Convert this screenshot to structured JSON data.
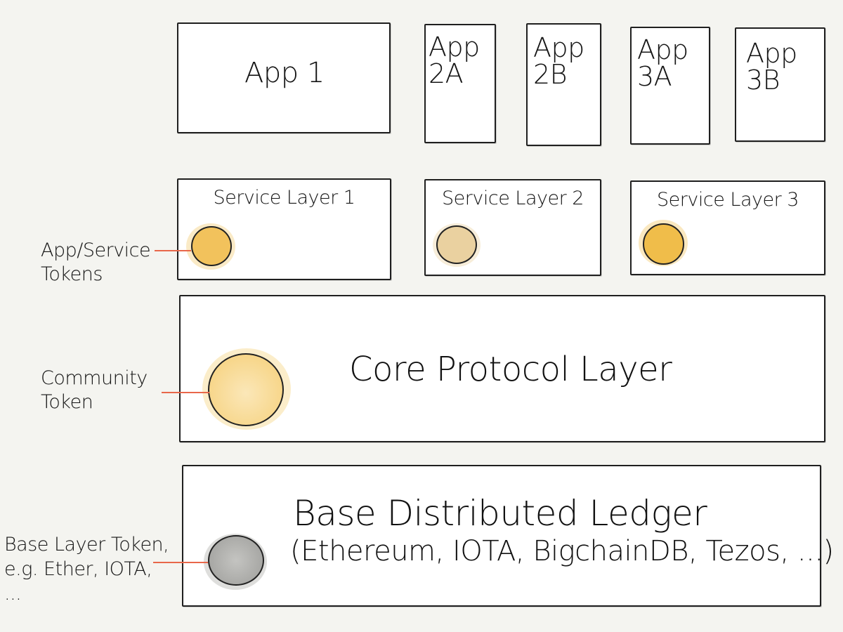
{
  "apps": [
    {
      "label": "App 1"
    },
    {
      "label": "App\n2A"
    },
    {
      "label": "App\n2B"
    },
    {
      "label": "App\n3A"
    },
    {
      "label": "App\n3B"
    }
  ],
  "service_layers": [
    {
      "label": "Service Layer 1"
    },
    {
      "label": "Service Layer 2"
    },
    {
      "label": "Service Layer 3"
    }
  ],
  "core_layer": {
    "label": "Core Protocol Layer"
  },
  "base_layer": {
    "title": "Base Distributed Ledger",
    "subtitle": "(Ethereum, IOTA, BigchainDB, Tezos, ...)"
  },
  "side_labels": {
    "app_service_tokens": [
      "App/Service",
      "Tokens"
    ],
    "community_token": [
      "Community",
      "Token"
    ],
    "base_layer_token": [
      "Base Layer Token,",
      "e.g. Ether, IOTA,",
      "..."
    ]
  },
  "colors": {
    "service_token_1": "#f2c25c",
    "service_token_2": "#ead1a0",
    "service_token_3": "#f0bd4a",
    "community_token": "#f7d68a",
    "base_token": "#a9a9a6",
    "connector": "#e8674a"
  }
}
